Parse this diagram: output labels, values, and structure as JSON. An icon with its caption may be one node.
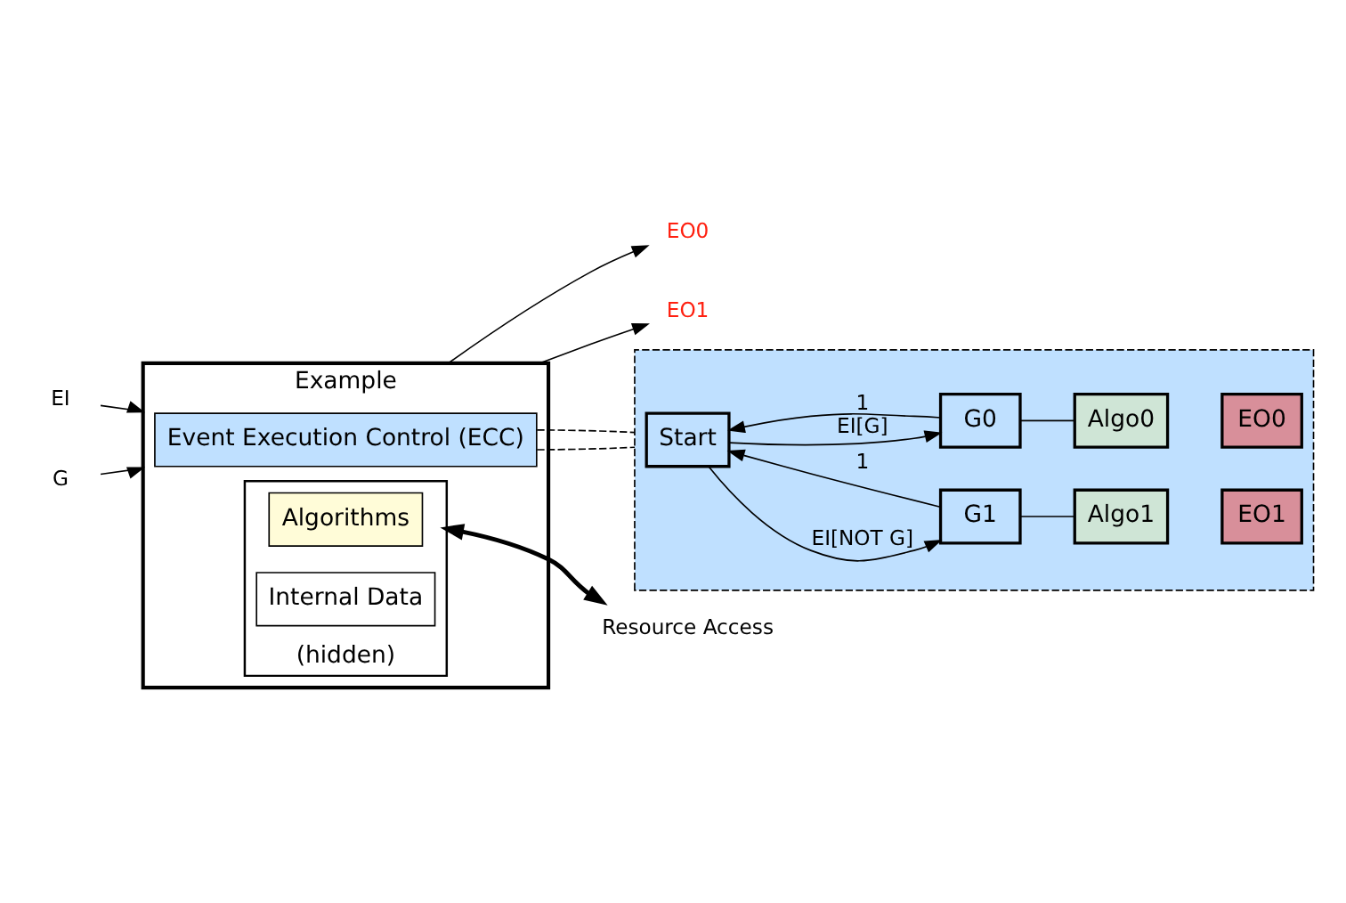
{
  "diagram": {
    "nodes": [
      {
        "text": [
          "Example"
        ]
      },
      {
        "text": [
          "Event Execution Control (ECC)"
        ],
        "in": 0
      },
      {
        "text": [
          "(hidden)"
        ],
        "in": 0
      },
      {
        "text": [
          "Algorithms"
        ],
        "in": 2
      },
      {
        "text": [
          "Internal Data"
        ],
        "in": 2
      },
      {
        "text": [
          "EI"
        ]
      },
      {
        "text": [
          "G"
        ]
      },
      {
        "text": [
          "EO0"
        ]
      },
      {
        "text": [
          "EO1"
        ]
      },
      {
        "text": [
          "Resource Access"
        ]
      },
      {
        "text": [],
        "shape": "box"
      },
      {
        "text": [
          "Start"
        ],
        "in": 10
      },
      {
        "text": [
          "G1"
        ],
        "in": 10
      },
      {
        "text": [
          "G0"
        ],
        "in": 10
      },
      {
        "text": [
          "Algo1"
        ],
        "in": 10
      },
      {
        "text": [
          "EO1"
        ],
        "in": 10
      },
      {
        "text": [
          "Algo0"
        ],
        "in": 10
      },
      {
        "text": [
          "EO0"
        ],
        "in": 10
      }
    ],
    "edges": [
      {
        "from": 5,
        "to": 0,
        "arrow": "to"
      },
      {
        "from": 6,
        "to": 0,
        "arrow": "to"
      },
      {
        "from": 0,
        "to": 7,
        "arrow": "to"
      },
      {
        "from": 0,
        "to": 8,
        "arrow": "to"
      },
      {
        "from": 2,
        "to": 9,
        "arrow": "both",
        "style": "thick"
      },
      {
        "from": 1,
        "to": 10,
        "arrow": "none",
        "style": "dashed"
      },
      {
        "from": 1,
        "to": 10,
        "arrow": "none",
        "style": "dashed"
      },
      {
        "from": 11,
        "to": 13,
        "arrow": "to",
        "label": "EI[G]"
      },
      {
        "from": 13,
        "to": 11,
        "arrow": "to",
        "label": "1"
      },
      {
        "from": 11,
        "to": 12,
        "arrow": "to",
        "label": "EI[NOT G]"
      },
      {
        "from": 12,
        "to": 11,
        "arrow": "to",
        "label": "1"
      },
      {
        "from": 13,
        "to": 16,
        "arrow": "none"
      },
      {
        "from": 12,
        "to": 14,
        "arrow": "none"
      }
    ]
  }
}
